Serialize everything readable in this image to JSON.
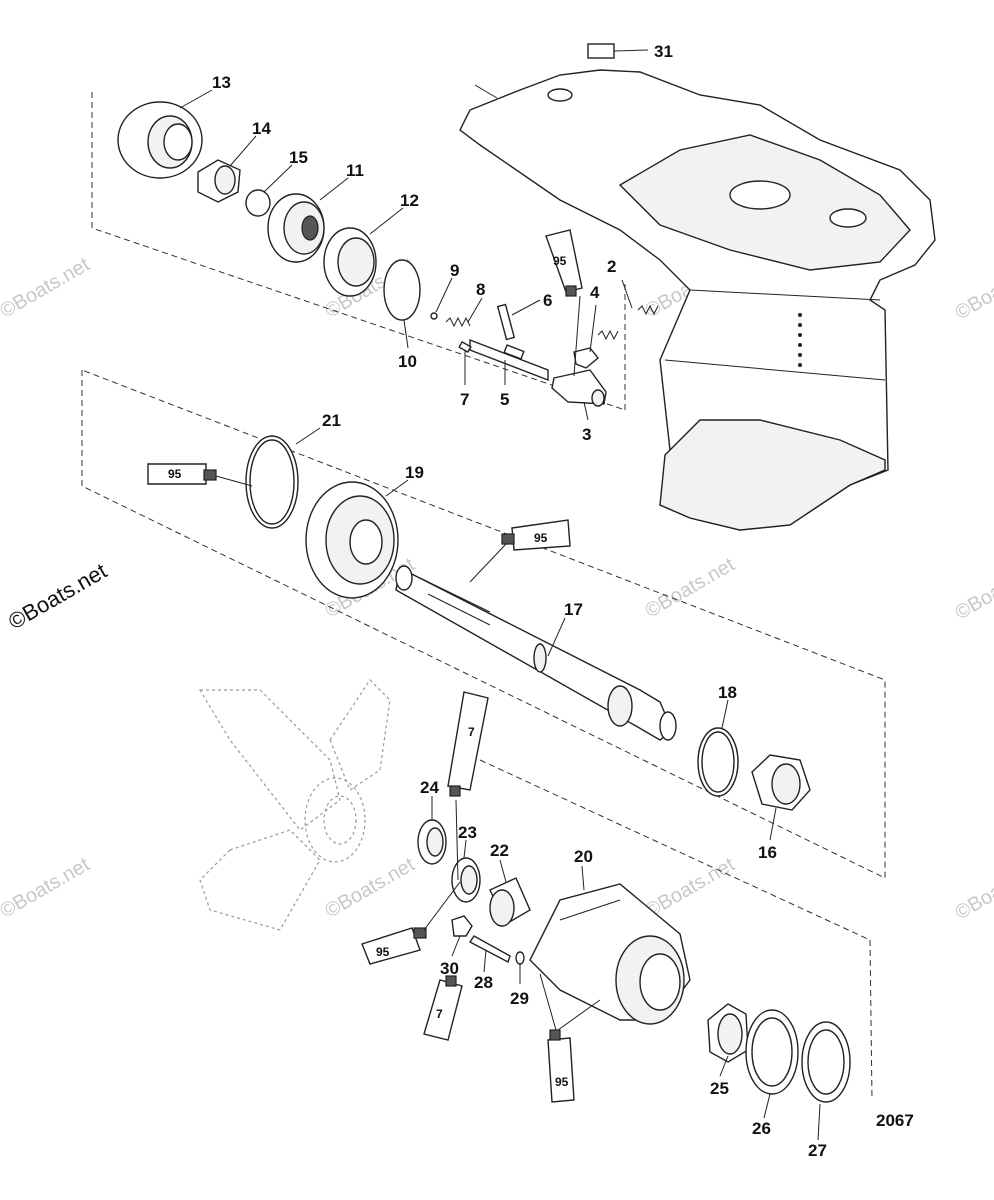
{
  "callouts": {
    "c1": "2",
    "c2": "3",
    "c3": "4",
    "c4": "5",
    "c5": "6",
    "c6": "7",
    "c7": "8",
    "c8": "9",
    "c9": "10",
    "c10": "11",
    "c11": "12",
    "c12": "13",
    "c13": "14",
    "c14": "15",
    "c15": "16",
    "c16": "17",
    "c17": "18",
    "c18": "19",
    "c19": "20",
    "c20": "21",
    "c21": "22",
    "c22": "23",
    "c23": "24",
    "c24": "25",
    "c25": "26",
    "c26": "27",
    "c27": "28",
    "c28": "29",
    "c29": "30",
    "c30": "31"
  },
  "tubes": {
    "t95a": "95",
    "t95b": "95",
    "t95c": "95",
    "t95d": "95",
    "t95e": "95",
    "t7a": "7",
    "t7b": "7"
  },
  "diagram_number": "2067",
  "watermark": "©Boats.net"
}
